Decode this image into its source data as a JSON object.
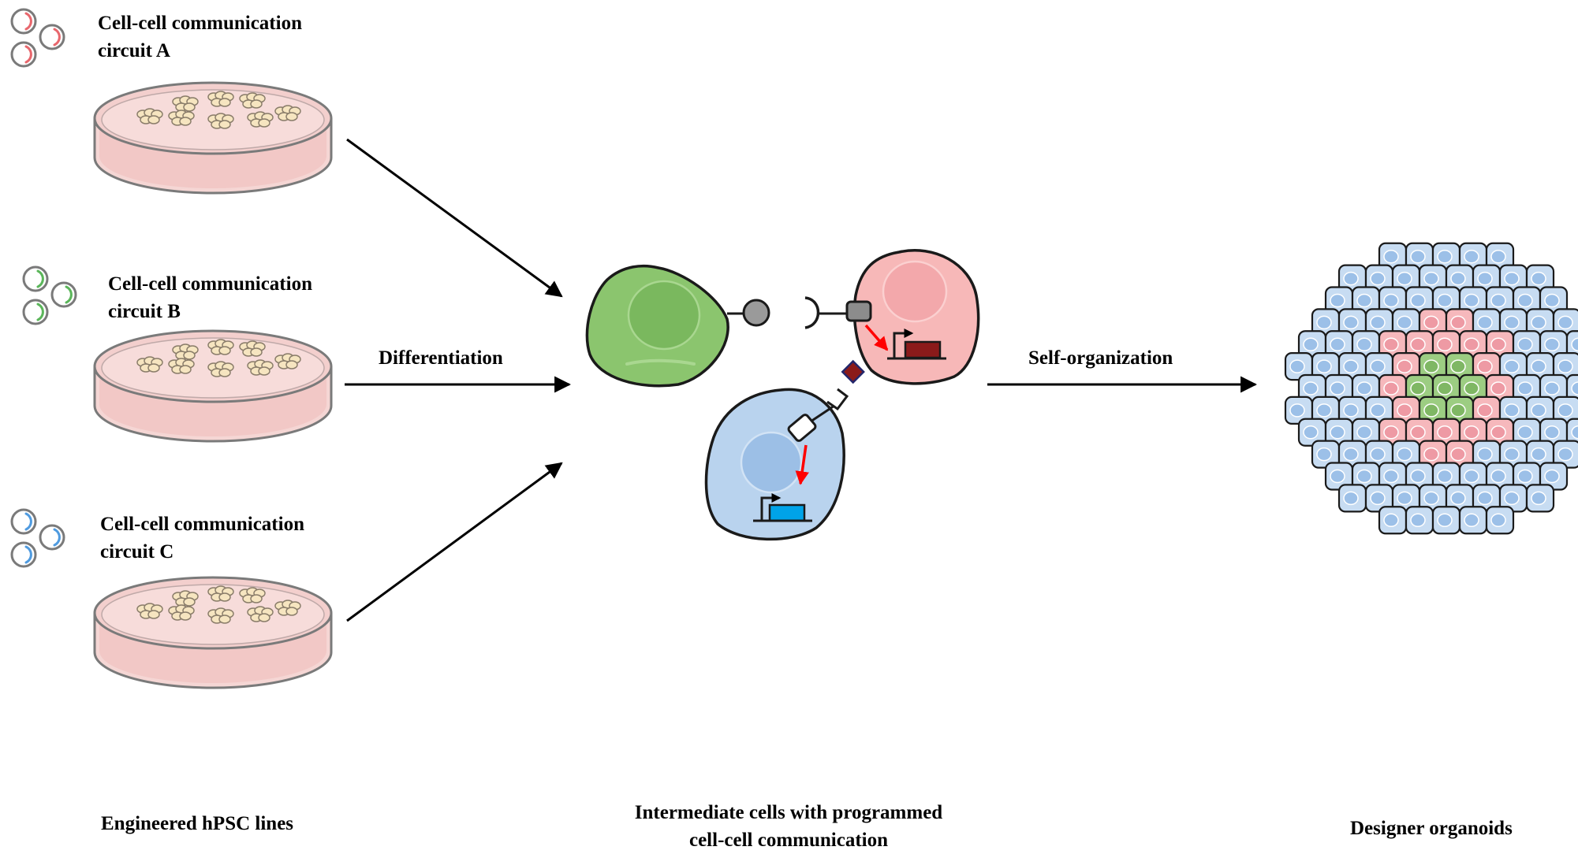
{
  "circuits": [
    {
      "line1": "Cell-cell communication",
      "line2": "circuit A",
      "plasmid_color": "#e8676d"
    },
    {
      "line1": "Cell-cell communication",
      "line2": "circuit B",
      "plasmid_color": "#5bb65a"
    },
    {
      "line1": "Cell-cell communication",
      "line2": "circuit C",
      "plasmid_color": "#4f9be0"
    }
  ],
  "steps": {
    "differentiation": "Differentiation",
    "self_organization": "Self-organization"
  },
  "captions": {
    "left": "Engineered hPSC lines",
    "middle_line1": "Intermediate cells with programmed",
    "middle_line2": "cell-cell communication",
    "right": "Designer organoids"
  },
  "colors": {
    "green_cell": "#8bc56e",
    "pink_cell": "#f7b8b8",
    "blue_cell": "#b9d3ee",
    "dish_medium": "#f2c8c6",
    "colony": "#f6e5c0",
    "dark_red_gene": "#8b1a1a",
    "blue_gene": "#00a3e8",
    "signal_arrow": "#ff0000"
  }
}
